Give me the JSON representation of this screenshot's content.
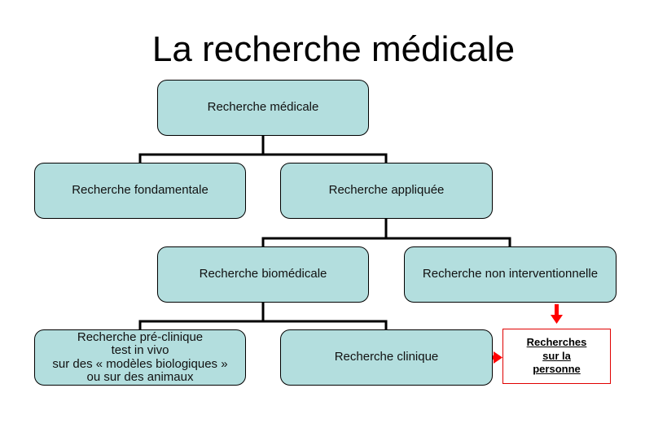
{
  "title": "La recherche médicale",
  "nodes": {
    "root": "Recherche médicale",
    "fondamentale": "Recherche fondamentale",
    "appliquee": "Recherche appliquée",
    "biomedicale": "Recherche biomédicale",
    "non_interventionnelle": "Recherche non interventionnelle",
    "pre_clinique": [
      "Recherche pré-clinique",
      "test in vivo",
      "sur des « modèles biologiques »",
      "ou sur des animaux"
    ],
    "clinique": "Recherche clinique"
  },
  "highlight": {
    "lines": [
      "Recherches",
      "sur la",
      "personne"
    ],
    "color": "#e00000"
  },
  "colors": {
    "node_fill": "#b3dede",
    "connector": "#000000",
    "arrow": "#ff0000"
  }
}
